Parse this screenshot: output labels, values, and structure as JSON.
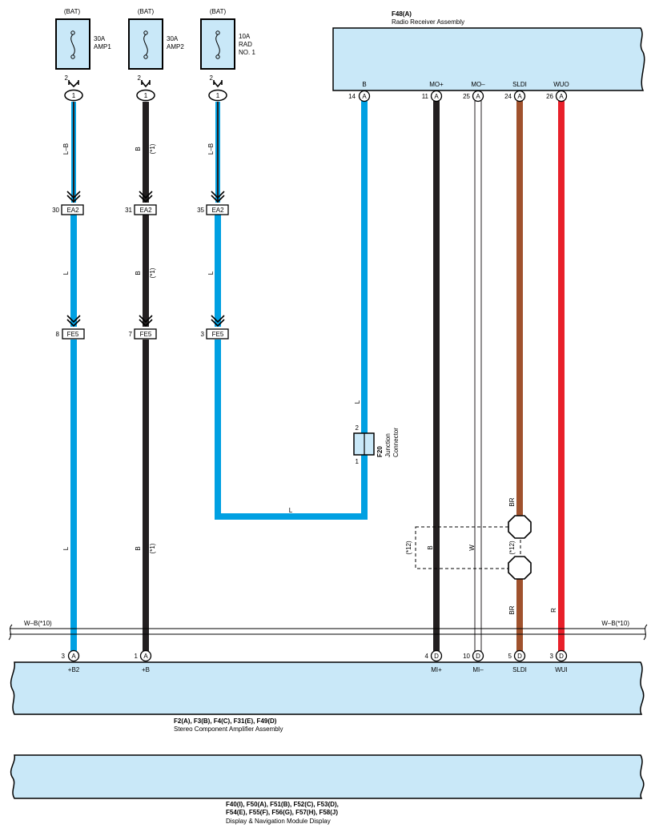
{
  "fuses": [
    {
      "source": "(BAT)",
      "rating": "30A",
      "name": "AMP1",
      "name2": "",
      "pin": "2",
      "connector_pin": "1"
    },
    {
      "source": "(BAT)",
      "rating": "30A",
      "name": "AMP2",
      "name2": "",
      "pin": "2",
      "connector_pin": "1"
    },
    {
      "source": "(BAT)",
      "rating": "10A",
      "name": "RAD",
      "name2": "NO. 1",
      "pin": "2",
      "connector_pin": "1"
    }
  ],
  "left_wires": [
    {
      "seg1_color": "L–B",
      "seg2_color": "L",
      "seg3_color": "L",
      "seg1_note": "",
      "seg2_note": "",
      "seg3_note": "",
      "ea2_pin": "30",
      "ea2_label": "EA2",
      "fe5_pin": "8",
      "fe5_label": "FE5"
    },
    {
      "seg1_color": "B",
      "seg2_color": "B",
      "seg3_color": "B",
      "seg1_note": "(*1)",
      "seg2_note": "(*1)",
      "seg3_note": "(*1)",
      "ea2_pin": "31",
      "ea2_label": "EA2",
      "fe5_pin": "7",
      "fe5_label": "FE5"
    },
    {
      "seg1_color": "L–B",
      "seg2_color": "L",
      "seg3_color": "",
      "seg1_note": "",
      "seg2_note": "",
      "seg3_note": "",
      "ea2_pin": "35",
      "ea2_label": "EA2",
      "fe5_pin": "3",
      "fe5_label": "FE5"
    }
  ],
  "radio": {
    "code": "F48(A)",
    "name": "Radio Receiver Assembly",
    "pins": [
      {
        "num": "14",
        "conn": "A",
        "name": "B"
      },
      {
        "num": "11",
        "conn": "A",
        "name": "MO+"
      },
      {
        "num": "25",
        "conn": "A",
        "name": "MO–"
      },
      {
        "num": "24",
        "conn": "A",
        "name": "SLDI"
      },
      {
        "num": "26",
        "conn": "A",
        "name": "WUO"
      }
    ]
  },
  "junction": {
    "code": "F20",
    "name": "Junction",
    "name2": "Connector",
    "pin_top": "2",
    "pin_bottom": "1",
    "wire_upper": "L",
    "wire_lower": "L"
  },
  "mid_labels": {
    "mo_plus": "B",
    "mo_minus": "W",
    "sldi_upper": "BR",
    "sldi_lower": "BR",
    "shield_note_left": "(*12)",
    "shield_note_right": "(*12)",
    "wuo": "R"
  },
  "bus": {
    "left": "W–B(*10)",
    "right": "W–B(*10)"
  },
  "amplifier": {
    "codes": "F2(A), F3(B), F4(C), F31(E), F49(D)",
    "name": "Stereo Component Amplifier Assembly",
    "pins": [
      {
        "num": "3",
        "conn": "A",
        "name": "+B2"
      },
      {
        "num": "1",
        "conn": "A",
        "name": "+B"
      },
      {
        "num": "4",
        "conn": "D",
        "name": "MI+"
      },
      {
        "num": "10",
        "conn": "D",
        "name": "MI–"
      },
      {
        "num": "5",
        "conn": "D",
        "name": "SLDI"
      },
      {
        "num": "3",
        "conn": "D",
        "name": "WUI"
      }
    ]
  },
  "display": {
    "codes1": "F40(I), F50(A), F51(B), F52(C), F53(D),",
    "codes2": "F54(E), F55(F), F56(G), F57(H), F58(J)",
    "name": "Display & Navigation Module Display"
  },
  "colors": {
    "blue": "#00a0e2",
    "black": "#231f20",
    "brown": "#a0522d",
    "red": "#e8202a",
    "white_wire": "#ffffff",
    "box_fill": "#c9e8f8"
  }
}
